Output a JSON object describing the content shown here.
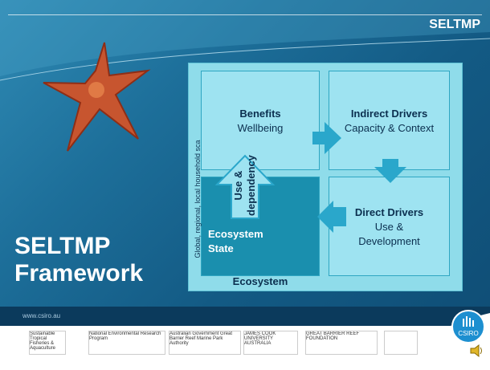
{
  "brand": "SELTMP",
  "main_title_line1": "SELTMP",
  "main_title_line2": "Framework",
  "url": "www.csiro.au",
  "boxes": {
    "benefits": {
      "title": "Benefits",
      "sub": "Wellbeing"
    },
    "indirect": {
      "title": "Indirect Drivers",
      "sub": "Capacity & Context"
    },
    "direct": {
      "title": "Direct Drivers",
      "sub1": "Use &",
      "sub2": "Development"
    },
    "ecosystem_state": {
      "title1": "Ecosystem",
      "title2": "State"
    }
  },
  "ecosystem_label": "Ecosystem",
  "vertical_label": "Global, regional, local household sca",
  "use_dependency": {
    "line1": "Use &",
    "line2": "dependency"
  },
  "csiro_label": "CSIRO",
  "logos": [
    "Sustainable Tropical Fisheries & Aquaculture",
    "National Environmental Research Program",
    "Australian Government Great Barrier Reef Marine Park Authority",
    "JAMES COOK UNIVERSITY AUSTRALIA",
    "GREAT BARRIER REEF FOUNDATION",
    ""
  ],
  "colors": {
    "box_fill": "#9ee3f1",
    "ecosystem_fill": "#1a8fae",
    "arrow": "#2aa7cb",
    "background": "#1d6f9a"
  }
}
